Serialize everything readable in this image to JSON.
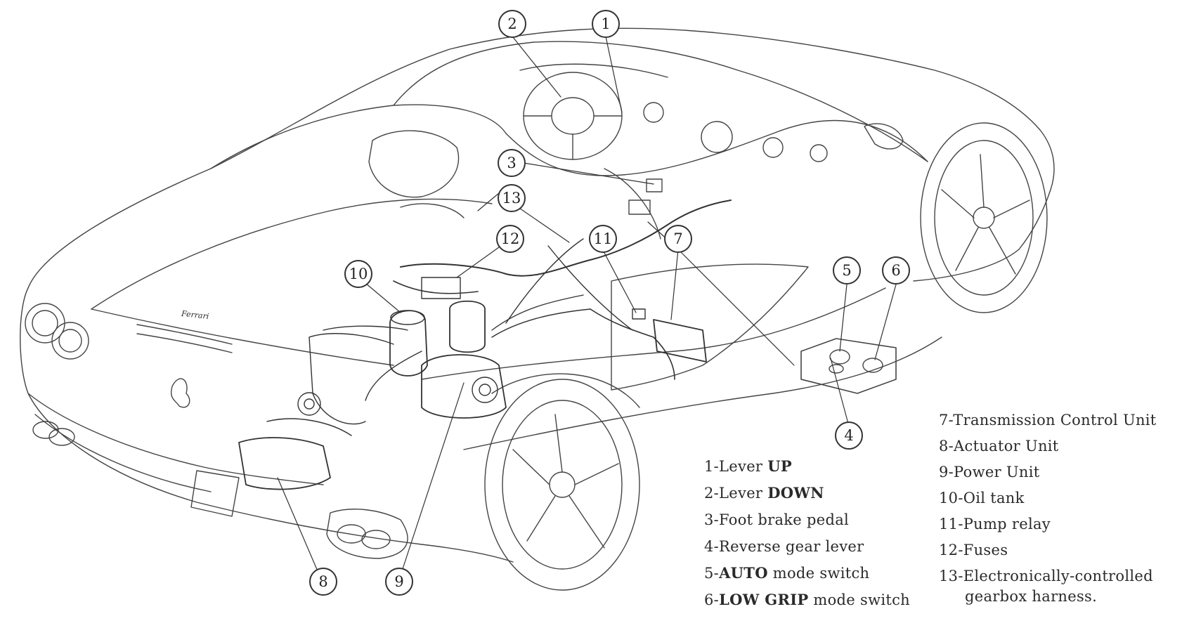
{
  "callouts": [
    {
      "id": "1",
      "label": "1"
    },
    {
      "id": "2",
      "label": "2"
    },
    {
      "id": "3",
      "label": "3"
    },
    {
      "id": "4",
      "label": "4"
    },
    {
      "id": "5",
      "label": "5"
    },
    {
      "id": "6",
      "label": "6"
    },
    {
      "id": "7",
      "label": "7"
    },
    {
      "id": "8",
      "label": "8"
    },
    {
      "id": "9",
      "label": "9"
    },
    {
      "id": "10",
      "label": "10"
    },
    {
      "id": "11",
      "label": "11"
    },
    {
      "id": "12",
      "label": "12"
    },
    {
      "id": "13",
      "label": "13"
    }
  ],
  "legend_left": [
    {
      "prefix": "1-Lever ",
      "bold": "UP",
      "suffix": ""
    },
    {
      "prefix": "2-Lever ",
      "bold": "DOWN",
      "suffix": ""
    },
    {
      "prefix": "3-Foot brake pedal",
      "bold": "",
      "suffix": ""
    },
    {
      "prefix": "4-Reverse gear lever",
      "bold": "",
      "suffix": ""
    },
    {
      "prefix": "5-",
      "bold": "AUTO",
      "suffix": " mode switch"
    },
    {
      "prefix": "6-",
      "bold": "LOW GRIP",
      "suffix": " mode switch"
    }
  ],
  "legend_right": [
    {
      "prefix": "7-Transmission Control Unit"
    },
    {
      "prefix": "8-Actuator Unit"
    },
    {
      "prefix": "9-Power Unit"
    },
    {
      "prefix": "10-Oil tank"
    },
    {
      "prefix": "11-Pump relay"
    },
    {
      "prefix": "12-Fuses"
    },
    {
      "prefix": "13-Electronically-controlled"
    }
  ],
  "legend_right_continuation": "gearbox harness.",
  "brand_badge": "Ferrari"
}
